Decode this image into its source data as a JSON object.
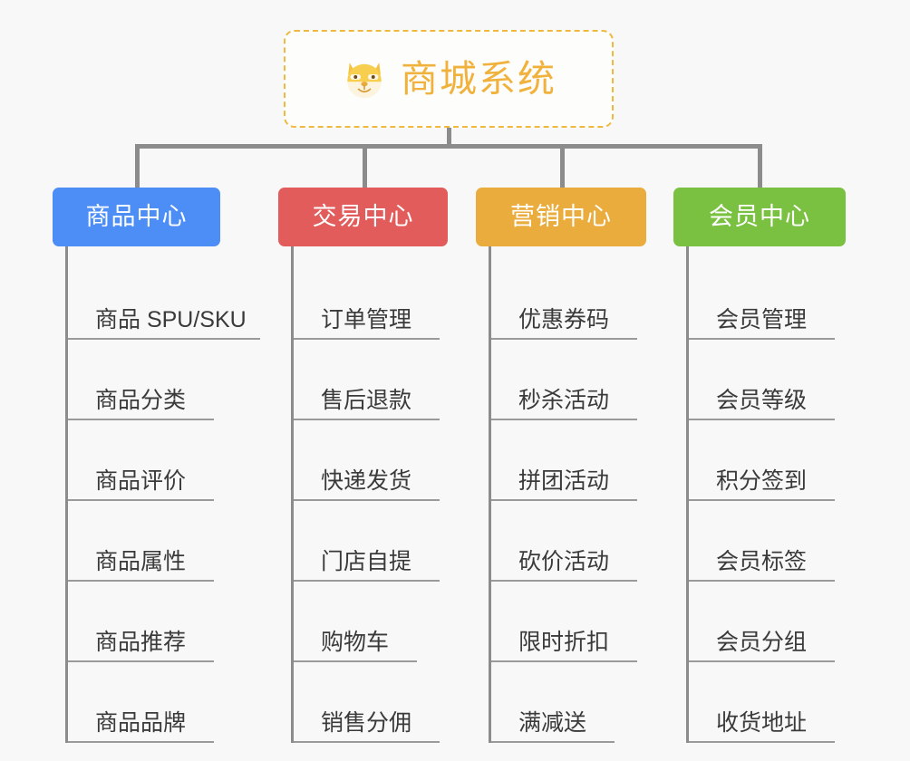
{
  "diagram": {
    "type": "mindmap",
    "background_color": "#f8f8f8",
    "root": {
      "title": "商城系统",
      "icon": "shiba-dog-face-icon",
      "text_color": "#f0b23c",
      "border_color": "#efb93f",
      "background_color": "#fdfdfc"
    },
    "connector_color": "#8c8c8c",
    "branches": [
      {
        "label": "商品中心",
        "color": "#4c8ef5",
        "items": [
          {
            "label": "商品 SPU/SKU",
            "underline_width": 212
          },
          {
            "label": "商品分类",
            "underline_width": 161
          },
          {
            "label": "商品评价",
            "underline_width": 161
          },
          {
            "label": "商品属性",
            "underline_width": 161
          },
          {
            "label": "商品推荐",
            "underline_width": 161
          },
          {
            "label": "商品品牌",
            "underline_width": 161
          }
        ]
      },
      {
        "label": "交易中心",
        "color": "#e25c5c",
        "items": [
          {
            "label": "订单管理",
            "underline_width": 161
          },
          {
            "label": "售后退款",
            "underline_width": 161
          },
          {
            "label": "快递发货",
            "underline_width": 161
          },
          {
            "label": "门店自提",
            "underline_width": 161
          },
          {
            "label": "购物车",
            "underline_width": 136
          },
          {
            "label": "销售分佣",
            "underline_width": 161
          }
        ]
      },
      {
        "label": "营销中心",
        "color": "#eaac3c",
        "items": [
          {
            "label": "优惠券码",
            "underline_width": 161
          },
          {
            "label": "秒杀活动",
            "underline_width": 161
          },
          {
            "label": "拼团活动",
            "underline_width": 161
          },
          {
            "label": "砍价活动",
            "underline_width": 161
          },
          {
            "label": "限时折扣",
            "underline_width": 161
          },
          {
            "label": "满减送",
            "underline_width": 136
          }
        ]
      },
      {
        "label": "会员中心",
        "color": "#7ac142",
        "items": [
          {
            "label": "会员管理",
            "underline_width": 161
          },
          {
            "label": "会员等级",
            "underline_width": 161
          },
          {
            "label": "积分签到",
            "underline_width": 161
          },
          {
            "label": "会员标签",
            "underline_width": 161
          },
          {
            "label": "会员分组",
            "underline_width": 161
          },
          {
            "label": "收货地址",
            "underline_width": 161
          }
        ]
      }
    ]
  }
}
